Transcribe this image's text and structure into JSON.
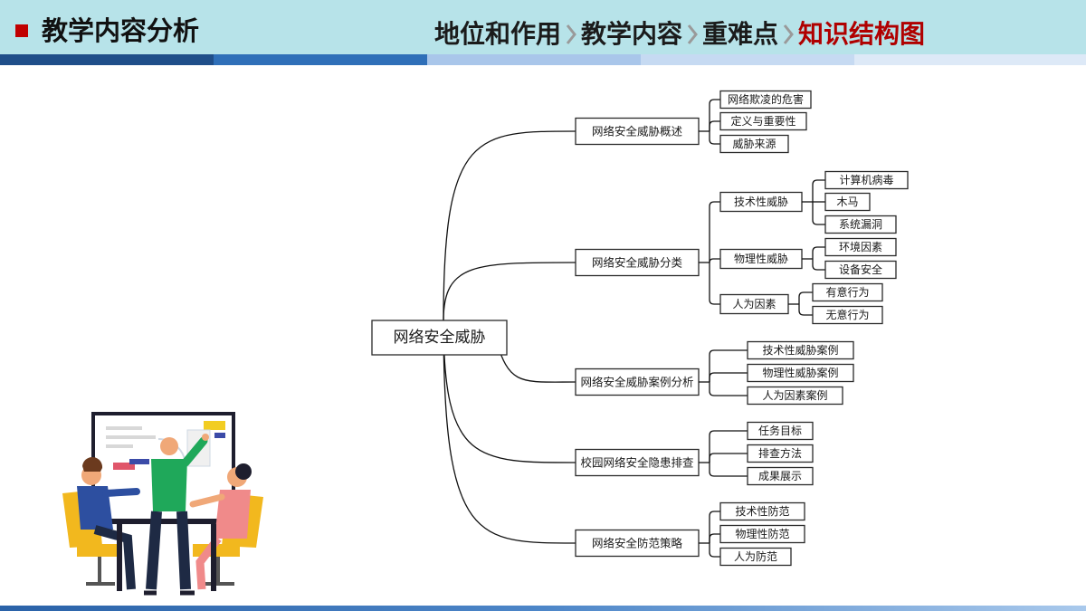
{
  "header": {
    "title": "教学内容分析",
    "nav": [
      {
        "label": "地位和作用",
        "active": false
      },
      {
        "label": "教学内容",
        "active": false
      },
      {
        "label": "重难点",
        "active": false
      },
      {
        "label": "知识结构图",
        "active": true
      }
    ]
  },
  "colors": {
    "header_bg": "#b7e3e9",
    "accent_red": "#c00000",
    "active_nav": "#b00000",
    "bar_segments": [
      "#1f4e89",
      "#2f6fb8",
      "#a9c6ea",
      "#c6daf2",
      "#dde9f7"
    ]
  },
  "mindmap": {
    "root": "网络安全威胁",
    "branches": [
      {
        "label": "网络安全威胁概述",
        "children": [
          {
            "label": "网络欺凌的危害"
          },
          {
            "label": "定义与重要性"
          },
          {
            "label": "威胁来源"
          }
        ]
      },
      {
        "label": "网络安全威胁分类",
        "children": [
          {
            "label": "技术性威胁",
            "children": [
              {
                "label": "计算机病毒"
              },
              {
                "label": "木马"
              },
              {
                "label": "系统漏洞"
              }
            ]
          },
          {
            "label": "物理性威胁",
            "children": [
              {
                "label": "环境因素"
              },
              {
                "label": "设备安全"
              }
            ]
          },
          {
            "label": "人为因素",
            "children": [
              {
                "label": "有意行为"
              },
              {
                "label": "无意行为"
              }
            ]
          }
        ]
      },
      {
        "label": "网络安全威胁案例分析",
        "children": [
          {
            "label": "技术性威胁案例"
          },
          {
            "label": "物理性威胁案例"
          },
          {
            "label": "人为因素案例"
          }
        ]
      },
      {
        "label": "校园网络安全隐患排查",
        "children": [
          {
            "label": "任务目标"
          },
          {
            "label": "排查方法"
          },
          {
            "label": "成果展示"
          }
        ]
      },
      {
        "label": "网络安全防范策略",
        "children": [
          {
            "label": "技术性防范"
          },
          {
            "label": "物理性防范"
          },
          {
            "label": "人为防范"
          }
        ]
      }
    ]
  }
}
